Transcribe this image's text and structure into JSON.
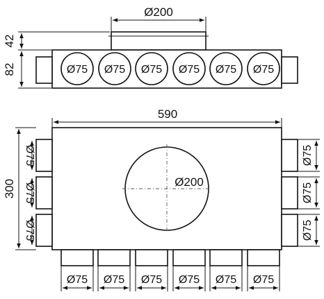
{
  "top_view": {
    "outlet_diameter": "Ø200",
    "outlet_height": "42",
    "box_height": "82",
    "spigot_labels": [
      "Ø75",
      "Ø75",
      "Ø75",
      "Ø75",
      "Ø75",
      "Ø75"
    ]
  },
  "plan_view": {
    "width": "590",
    "depth": "300",
    "center_outlet": "Ø200",
    "left_spigots": [
      "Ø75",
      "Ø75",
      "Ø75"
    ],
    "right_spigots": [
      "Ø75",
      "Ø75",
      "Ø75"
    ],
    "bottom_spigots": [
      "Ø75",
      "Ø75",
      "Ø75",
      "Ø75",
      "Ø75",
      "Ø75"
    ]
  }
}
